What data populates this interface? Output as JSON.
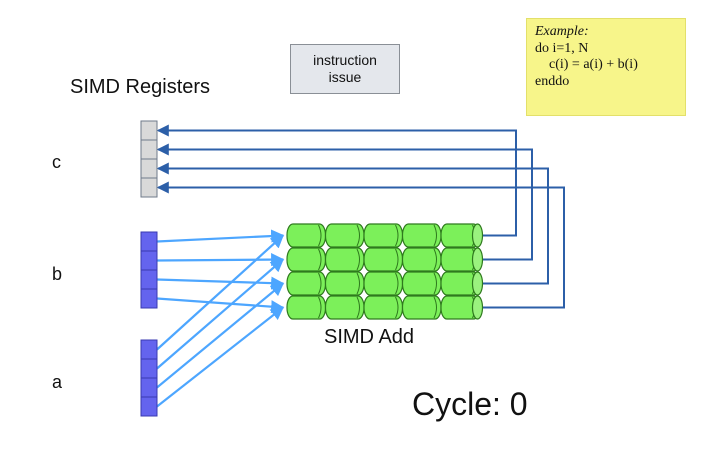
{
  "diagram": {
    "registers_title": "SIMD Registers",
    "register_labels": {
      "c": "c",
      "b": "b",
      "a": "a"
    },
    "instruction_issue": {
      "line1": "instruction",
      "line2": "issue"
    },
    "example": {
      "title": "Example:",
      "lines": [
        "do i=1, N",
        "c(i) = a(i) + b(i)",
        "enddo"
      ]
    },
    "unit_label": "SIMD Add",
    "cycle_text": "Cycle: 0",
    "lanes": 4,
    "pipeline_stages": 5,
    "colors": {
      "register_c": "#d9d9d9",
      "register_ab": "#6464ee",
      "pipeline_cell": "#7cf05a",
      "input_arrow": "#4da6ff",
      "feedback_arrow": "#2c5fa8",
      "example_background": "#f7f58a",
      "instruction_background": "#e4e7ec"
    }
  }
}
